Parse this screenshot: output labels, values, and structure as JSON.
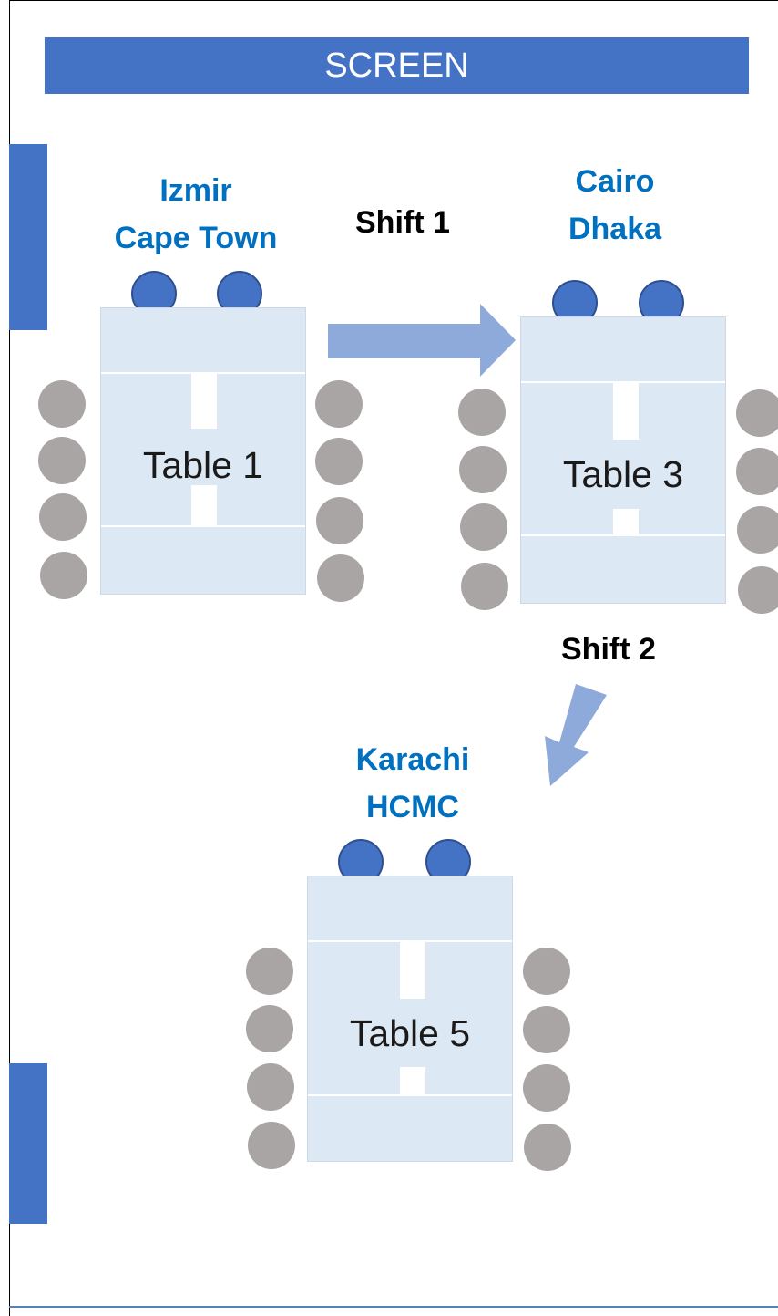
{
  "screen": {
    "label": "SCREEN"
  },
  "tables": [
    {
      "label": "Table 1",
      "team_line1": "Izmir",
      "team_line2": "Cape Town"
    },
    {
      "label": "Table 3",
      "team_line1": "Cairo",
      "team_line2": "Dhaka"
    },
    {
      "label": "Table 5",
      "team_line1": "Karachi",
      "team_line2": "HCMC"
    }
  ],
  "shifts": [
    {
      "label": "Shift 1"
    },
    {
      "label": "Shift 2"
    }
  ],
  "colors": {
    "screen": "#4472c4",
    "city_text": "#0070c0",
    "table_fill": "#dde8f5",
    "facilitator_seat": "#4472c4",
    "participant_seat": "#a9a5a4",
    "arrow": "#8eaadb"
  }
}
